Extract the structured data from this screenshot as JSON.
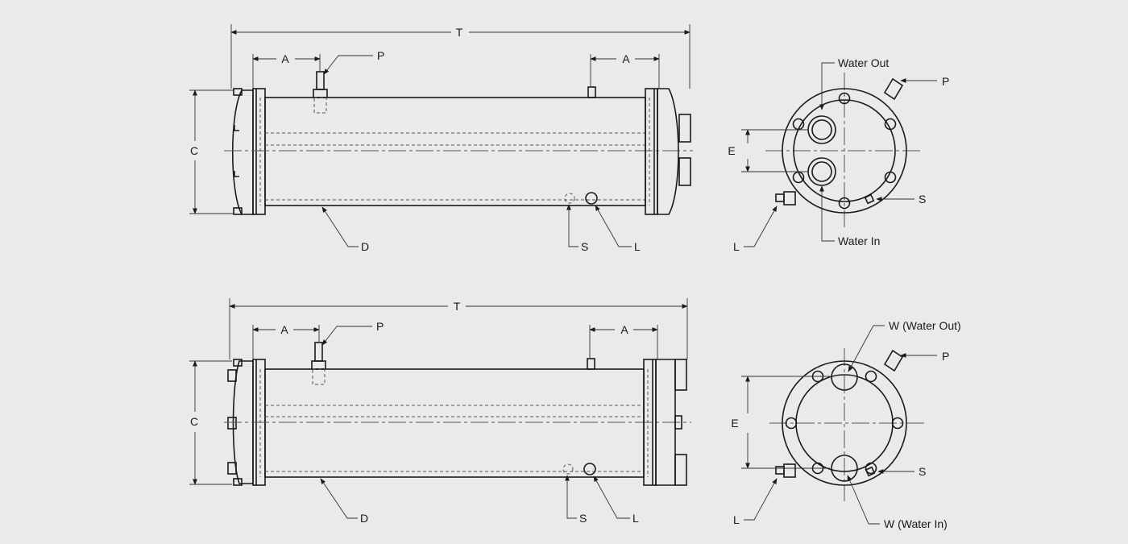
{
  "drawing_top": {
    "side_view": {
      "dim_overall_length": "T",
      "dim_connection_offset_left": "A",
      "dim_connection_offset_right": "A",
      "dim_height": "C",
      "callout_vent": "P",
      "callout_shell": "D",
      "callout_sensor": "S",
      "callout_drain": "L"
    },
    "end_view": {
      "water_out": "Water Out",
      "water_in": "Water In",
      "dim_port_spacing": "E",
      "callout_vent": "P",
      "callout_sensor": "S",
      "callout_drain": "L"
    }
  },
  "drawing_bottom": {
    "side_view": {
      "dim_overall_length": "T",
      "dim_connection_offset_left": "A",
      "dim_connection_offset_right": "A",
      "dim_height": "C",
      "callout_vent": "P",
      "callout_shell": "D",
      "callout_sensor": "S",
      "callout_drain": "L"
    },
    "end_view": {
      "water_out": "W (Water Out)",
      "water_in": "W (Water In)",
      "dim_port_spacing": "E",
      "callout_vent": "P",
      "callout_sensor": "S",
      "callout_drain": "L"
    }
  }
}
